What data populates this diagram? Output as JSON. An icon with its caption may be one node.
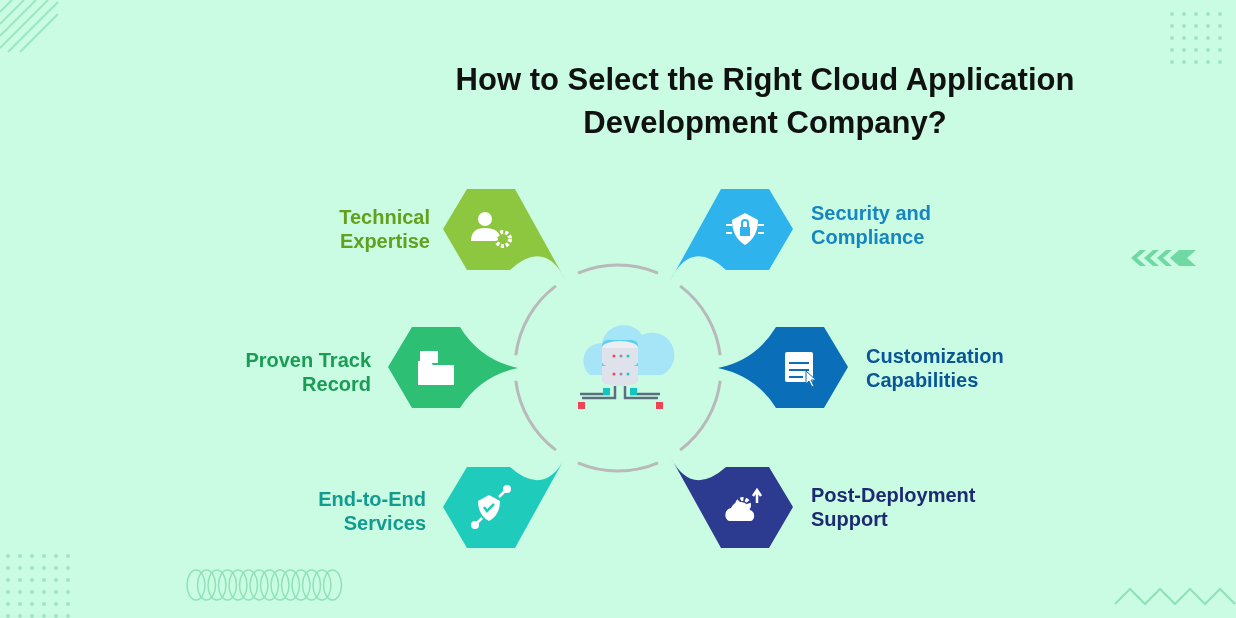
{
  "diagram": {
    "title": "How to Select the Right **Cloud Application Development Company?**",
    "nodes": [
      {
        "text": [
          "Technical Expertise"
        ]
      },
      {
        "text": [
          "Proven Track Record"
        ]
      },
      {
        "text": [
          "End-to-End Services"
        ]
      },
      {
        "text": [
          "Security and Compliance"
        ]
      },
      {
        "text": [
          "Customization Capabilities"
        ]
      },
      {
        "text": [
          "Post-Deployment Support"
        ]
      }
    ]
  }
}
